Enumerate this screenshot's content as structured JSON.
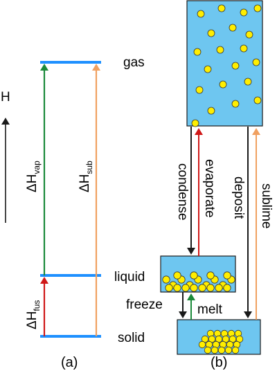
{
  "colors": {
    "level_line": "#1e90ff",
    "arrow_vap": "#1a8a3a",
    "arrow_sub": "#f0a060",
    "arrow_fus": "#d01818",
    "arrow_black": "#1a1a1a",
    "box_fill": "#6ec6f0",
    "particle": "#ffee00"
  },
  "panel_a": {
    "axis_label": "H",
    "levels": {
      "gas": "gas",
      "liquid": "liquid",
      "solid": "solid"
    },
    "delta_vap": {
      "symbol": "ΔH",
      "subscript": "vap"
    },
    "delta_sub": {
      "symbol": "ΔH",
      "subscript": "sub"
    },
    "delta_fus": {
      "symbol": "ΔH",
      "subscript": "fus"
    },
    "caption": "(a)"
  },
  "panel_b": {
    "processes": {
      "condense": "condense",
      "evaporate": "evaporate",
      "deposit": "deposit",
      "sublime": "sublime",
      "freeze": "freeze",
      "melt": "melt"
    },
    "caption": "(b)"
  }
}
